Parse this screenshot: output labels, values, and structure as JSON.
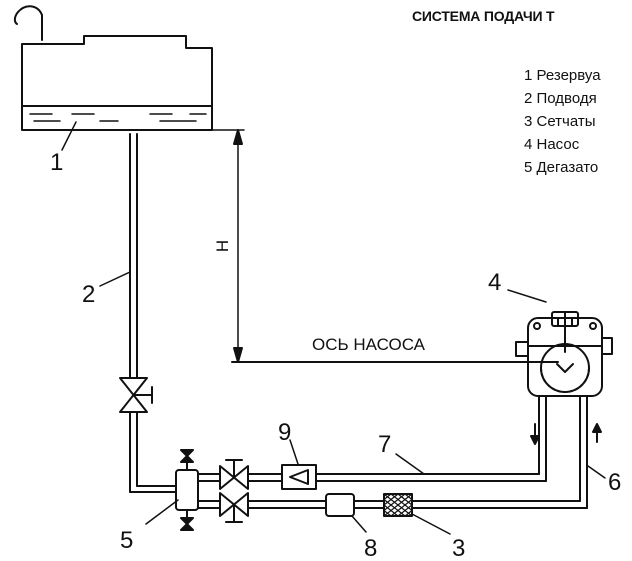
{
  "title": "СИСТЕМА ПОДАЧИ Т",
  "legend": [
    "1 Резервуа",
    "2 Подводя",
    "3 Сетчаты",
    "4 Насос",
    "5 Дегазато"
  ],
  "labels": {
    "pump_axis": "ОСЬ НАСОСА",
    "height": "H"
  },
  "callouts": {
    "c1": "1",
    "c2": "2",
    "c3": "3",
    "c4": "4",
    "c5": "5",
    "c6": "6",
    "c7": "7",
    "c8": "8",
    "c9": "9"
  }
}
